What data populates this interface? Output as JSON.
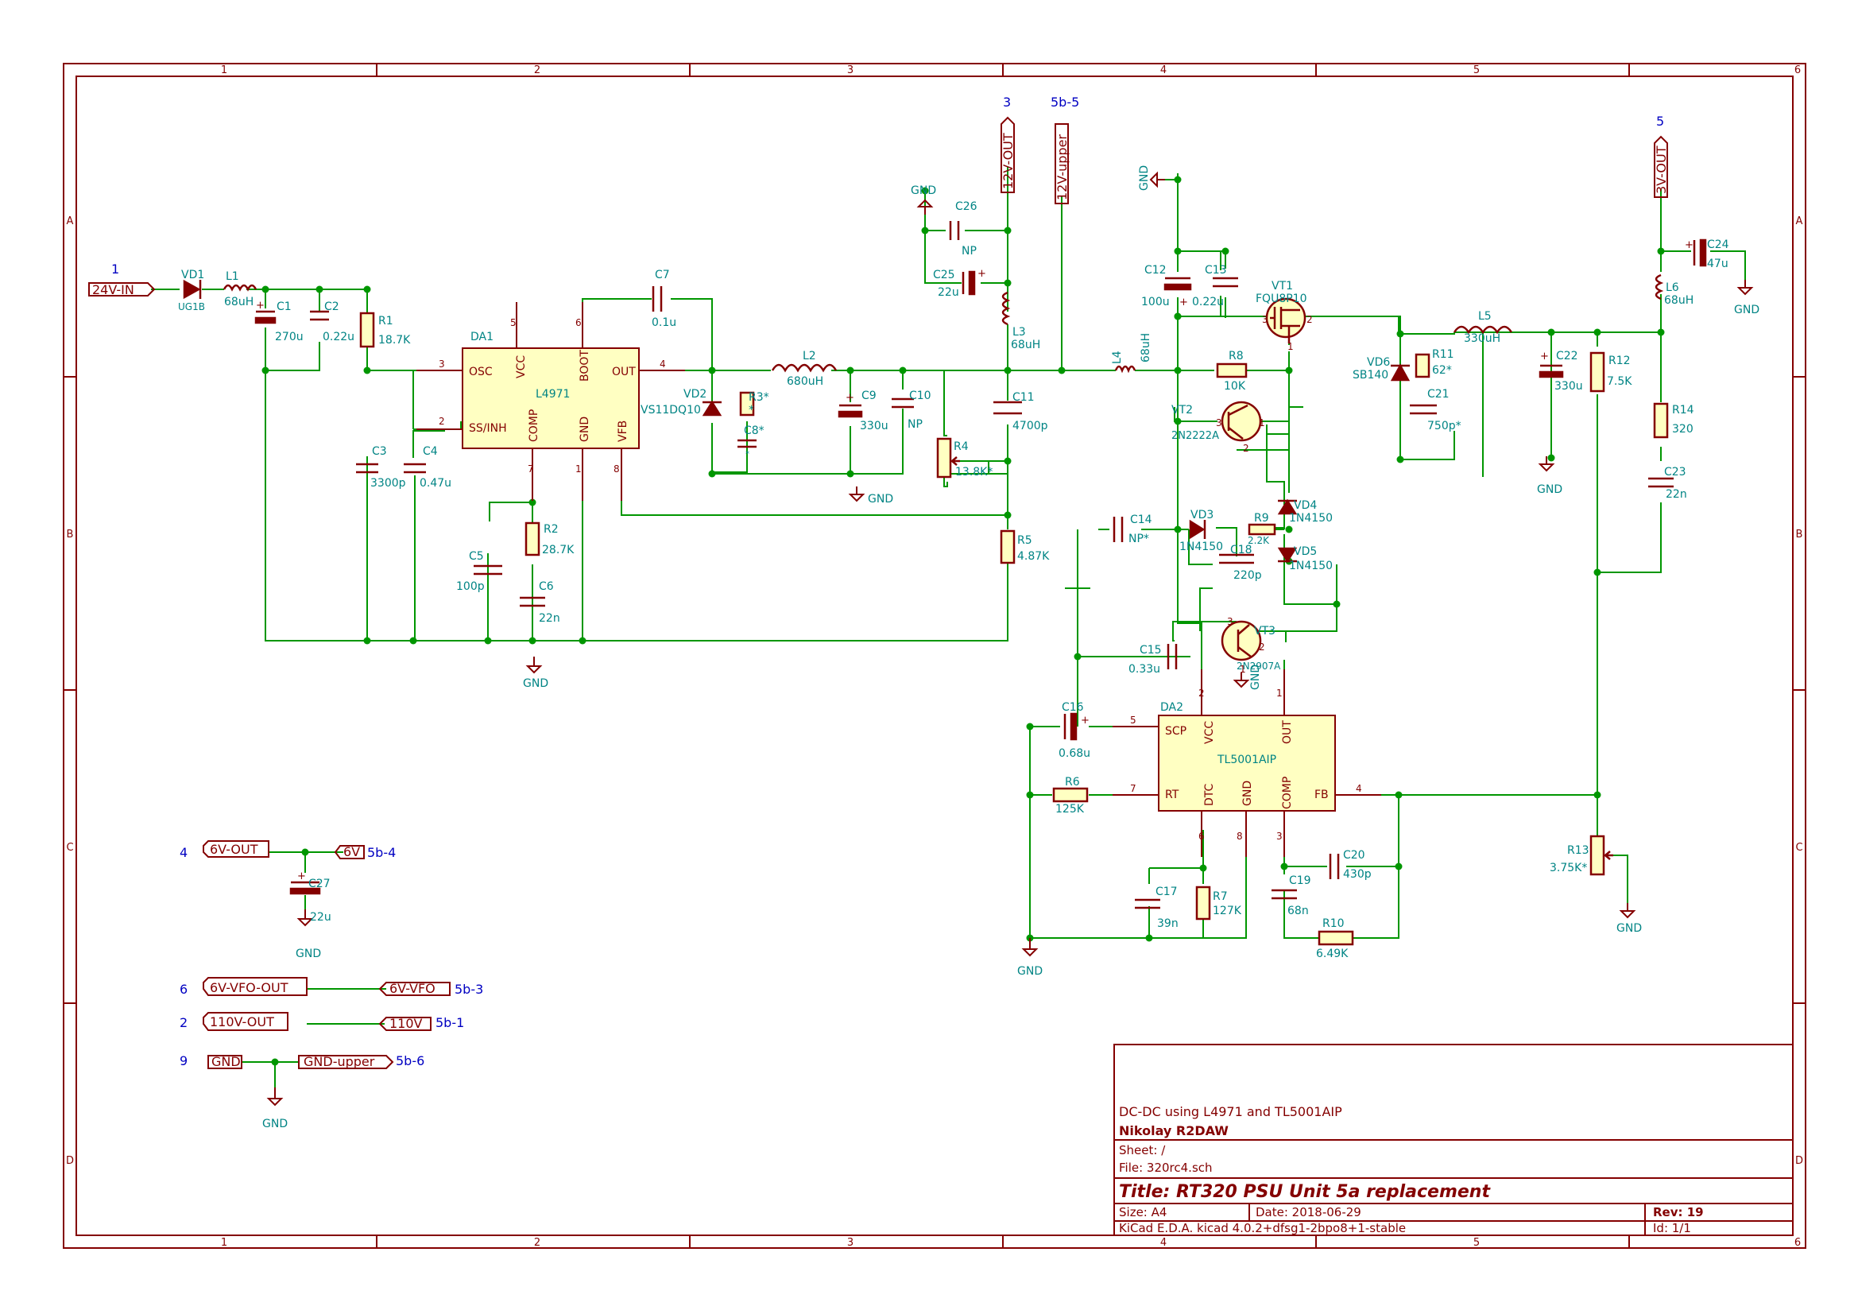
{
  "colors": {
    "frame": "#840000",
    "wire": "#009600",
    "body": "#840000",
    "ref": "#008484",
    "sheetref": "#0000c2",
    "label": "#840000"
  },
  "frame": {
    "cols": [
      "1",
      "2",
      "3",
      "4",
      "5",
      "6"
    ],
    "rows": [
      "A",
      "B",
      "C",
      "D"
    ]
  },
  "title_block": {
    "comment": "DC-DC using L4971 and TL5001AIP",
    "company": "Nikolay R2DAW",
    "sheet": "Sheet: /",
    "file": "File: 320rc4.sch",
    "title": "Title: RT320 PSU Unit 5a replacement",
    "size": "Size: A4",
    "date": "Date: 2018-06-29",
    "rev": "Rev: 19",
    "tool": "KiCad E.D.A.  kicad 4.0.2+dfsg1-2bpo8+1-stable",
    "id": "Id: 1/1"
  },
  "ports": [
    {
      "label": "24V-IN",
      "num": "1"
    },
    {
      "label": "12V-OUT",
      "num": "3"
    },
    {
      "label": "12V-upper",
      "num": "5b-5"
    },
    {
      "label": "3V-OUT",
      "num": "5"
    },
    {
      "label": "6V-OUT",
      "num": "4"
    },
    {
      "label": "6V",
      "num": "5b-4"
    },
    {
      "label": "6V-VFO-OUT",
      "num": "6"
    },
    {
      "label": "6V-VFO",
      "num": "5b-3"
    },
    {
      "label": "110V-OUT",
      "num": "2"
    },
    {
      "label": "110V",
      "num": "5b-1"
    },
    {
      "label": "GND",
      "num": "9"
    },
    {
      "label": "GND-upper",
      "num": "5b-6"
    }
  ],
  "ics": {
    "da1": {
      "ref": "DA1",
      "value": "L4971",
      "pins": {
        "osc": "OSC",
        "ss": "SS/INH",
        "vcc": "VCC",
        "boot": "BOOT",
        "out": "OUT",
        "comp": "COMP",
        "gnd": "GND",
        "vfb": "VFB"
      },
      "nums": {
        "n3": "3",
        "n2": "2",
        "n5": "5",
        "n6": "6",
        "n4": "4",
        "n7": "7",
        "n1": "1",
        "n8": "8"
      }
    },
    "da2": {
      "ref": "DA2",
      "value": "TL5001AIP",
      "pins": {
        "scp": "SCP",
        "vcc": "VCC",
        "out": "OUT",
        "rt": "RT",
        "dtc": "DTC",
        "gnd": "GND",
        "comp": "COMP",
        "fb": "FB"
      },
      "nums": {
        "n5": "5",
        "n2": "2",
        "n1": "1",
        "n7": "7",
        "n6": "6",
        "n8": "8",
        "n3": "3",
        "n4": "4"
      }
    }
  },
  "parts": {
    "VD1": {
      "ref": "VD1",
      "value": "UG1B"
    },
    "L1": {
      "ref": "L1",
      "value": "68uH"
    },
    "C1": {
      "ref": "C1",
      "value": "270u"
    },
    "C2": {
      "ref": "C2",
      "value": "0.22u"
    },
    "R1": {
      "ref": "R1",
      "value": "18.7K"
    },
    "C3": {
      "ref": "C3",
      "value": "3300p"
    },
    "C4": {
      "ref": "C4",
      "value": "0.47u"
    },
    "C5": {
      "ref": "C5",
      "value": "100p"
    },
    "R2": {
      "ref": "R2",
      "value": "28.7K"
    },
    "C6": {
      "ref": "C6",
      "value": "22n"
    },
    "C7": {
      "ref": "C7",
      "value": "0.1u"
    },
    "VD2": {
      "ref": "VD2",
      "value": "VS11DQ10"
    },
    "R3": {
      "ref": "R3*",
      "value": "*"
    },
    "C8": {
      "ref": "C8*",
      "value": "*"
    },
    "L2": {
      "ref": "L2",
      "value": "680uH"
    },
    "C9": {
      "ref": "C9",
      "value": "330u"
    },
    "C10": {
      "ref": "C10",
      "value": "NP"
    },
    "R4": {
      "ref": "R4",
      "value": "13.8K*"
    },
    "C11": {
      "ref": "C11",
      "value": "4700p"
    },
    "R5": {
      "ref": "R5",
      "value": "4.87K"
    },
    "L3": {
      "ref": "L3",
      "value": "68uH"
    },
    "C25": {
      "ref": "C25",
      "value": "22u"
    },
    "C26": {
      "ref": "C26",
      "value": "NP"
    },
    "L4": {
      "ref": "L4",
      "value": "68uH"
    },
    "C12": {
      "ref": "C12",
      "value": "100u"
    },
    "C13": {
      "ref": "C13",
      "value": "0.22u"
    },
    "VT1": {
      "ref": "VT1",
      "value": "FQU8P10"
    },
    "R8": {
      "ref": "R8",
      "value": "10K"
    },
    "VT2": {
      "ref": "VT2",
      "value": "2N2222A"
    },
    "C14": {
      "ref": "C14",
      "value": "NP*"
    },
    "VD3": {
      "ref": "VD3",
      "value": "1N4150"
    },
    "R9": {
      "ref": "R9",
      "value": "2.2K"
    },
    "C18": {
      "ref": "C18",
      "value": "220p"
    },
    "VD4": {
      "ref": "VD4",
      "value": "1N4150"
    },
    "VD5": {
      "ref": "VD5",
      "value": "1N4150"
    },
    "VT3": {
      "ref": "VT3",
      "value": "2N2907A"
    },
    "C15": {
      "ref": "C15",
      "value": "0.33u"
    },
    "C16": {
      "ref": "C16",
      "value": "0.68u"
    },
    "R6": {
      "ref": "R6",
      "value": "125K"
    },
    "C17": {
      "ref": "C17",
      "value": "39n"
    },
    "R7": {
      "ref": "R7",
      "value": "127K"
    },
    "C19": {
      "ref": "C19",
      "value": "68n"
    },
    "C20": {
      "ref": "C20",
      "value": "430p"
    },
    "R10": {
      "ref": "R10",
      "value": "6.49K"
    },
    "L5": {
      "ref": "L5",
      "value": "330uH"
    },
    "VD6": {
      "ref": "VD6",
      "value": "SB140"
    },
    "R11": {
      "ref": "R11",
      "value": "62*"
    },
    "C21": {
      "ref": "C21",
      "value": "750p*"
    },
    "C22": {
      "ref": "C22",
      "value": "330u"
    },
    "R12": {
      "ref": "R12",
      "value": "7.5K"
    },
    "R13": {
      "ref": "R13",
      "value": "3.75K*"
    },
    "R14": {
      "ref": "R14",
      "value": "320"
    },
    "C23": {
      "ref": "C23",
      "value": "22n"
    },
    "C24": {
      "ref": "C24",
      "value": "47u"
    },
    "L6": {
      "ref": "L6",
      "value": "68uH"
    },
    "C27": {
      "ref": "C27",
      "value": "22u"
    }
  },
  "gnd_label": "GND",
  "pin_nums": {
    "one": "1",
    "two": "2",
    "three": "3"
  },
  "polarity": "+"
}
